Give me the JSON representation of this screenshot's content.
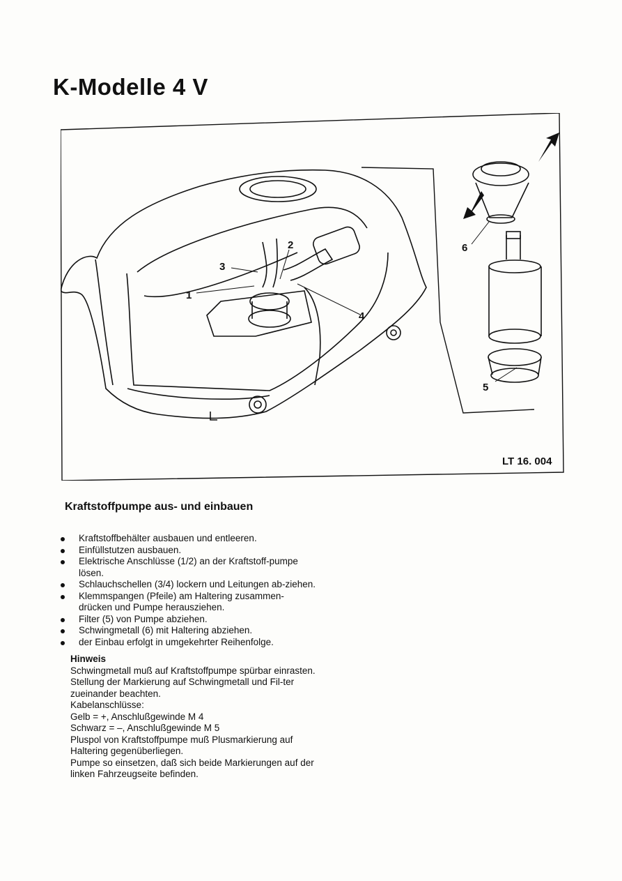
{
  "page": {
    "title": "K-Modelle 4 V"
  },
  "figure": {
    "reference": "LT 16. 004",
    "callouts": [
      "1",
      "2",
      "3",
      "4",
      "5",
      "6"
    ]
  },
  "section": {
    "title": "Kraftstoffpumpe aus- und einbauen",
    "steps": [
      "Kraftstoffbehälter ausbauen und entleeren.",
      "Einfüllstutzen ausbauen.",
      "Elektrische Anschlüsse (1/2) an der Kraftstoff-pumpe lösen.",
      "Schlauchschellen (3/4) lockern und Leitungen ab-ziehen.",
      "Klemmspangen (Pfeile) am Haltering zusammen-drücken und Pumpe herausziehen.",
      "Filter (5) von Pumpe abziehen.",
      "Schwingmetall (6) mit Haltering abziehen.",
      "der Einbau erfolgt in umgekehrter Reihenfolge."
    ],
    "note": {
      "heading": "Hinweis",
      "lines": [
        "Schwingmetall muß auf Kraftstoffpumpe spürbar einrasten.",
        "Stellung der Markierung auf Schwingmetall und Fil-ter zueinander beachten.",
        "Kabelanschlüsse:",
        "Gelb = +, Anschlußgewinde M 4",
        "Schwarz = –, Anschlußgewinde M 5",
        "Pluspol von Kraftstoffpumpe muß Plusmarkierung auf Haltering gegenüberliegen.",
        "Pumpe so einsetzen, daß sich beide Markierungen auf der linken Fahrzeugseite befinden."
      ]
    }
  }
}
